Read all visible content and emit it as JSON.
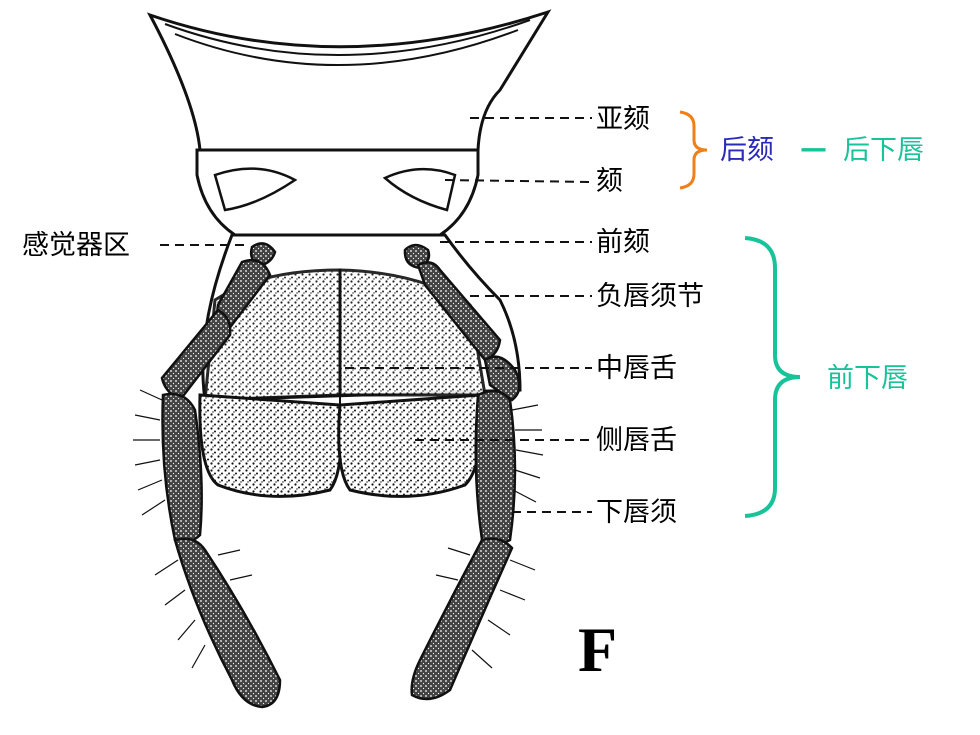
{
  "labels": {
    "sub_gena": "亚颏",
    "gena": "颏",
    "sensory_area": "感觉器区",
    "pre_gena": "前颏",
    "palpiger": "负唇须节",
    "glossa": "中唇舌",
    "paraglossa": "侧唇舌",
    "labial_palp": "下唇须"
  },
  "groups": {
    "postmentum": "后颏",
    "dash": "—",
    "postlabium": "后下唇",
    "prelabium": "前下唇"
  },
  "figure_letter": "F",
  "colors": {
    "orange_brace": "#f07f18",
    "blue_text": "#2a2ab8",
    "green": "#19c39a",
    "ink": "#111111"
  }
}
